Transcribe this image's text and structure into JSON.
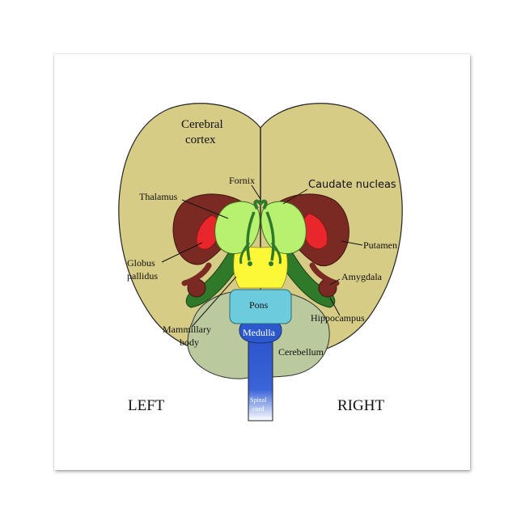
{
  "labels": {
    "cerebral_cortex_1": "Cerebral",
    "cerebral_cortex_2": "cortex",
    "fornix": "Fornix",
    "caudate": "Caudate nucleas",
    "thalamus": "Thalamus",
    "putamen": "Putamen",
    "globus_1": "Globus",
    "globus_2": "pallidus",
    "amygdala": "Amygdala",
    "pons": "Pons",
    "hippocampus": "Hippocampus",
    "mammillary_1": "Mammillary",
    "mammillary_2": "body",
    "medulla": "Medulla",
    "cerebellum": "Cerebellum",
    "spinal_1": "Spinal",
    "spinal_2": "cord",
    "left": "LEFT",
    "right": "RIGHT"
  },
  "colors": {
    "cortex": "#d6cc86",
    "caudate": "#7a2a22",
    "putamen": "#e9262c",
    "thalamus": "#b8f070",
    "brainstem": "#fcf838",
    "pons": "#6ccbdc",
    "medulla": "#2b58cc",
    "cerebellum": "#bac99e",
    "hippocampus": "#2e7a2a"
  }
}
